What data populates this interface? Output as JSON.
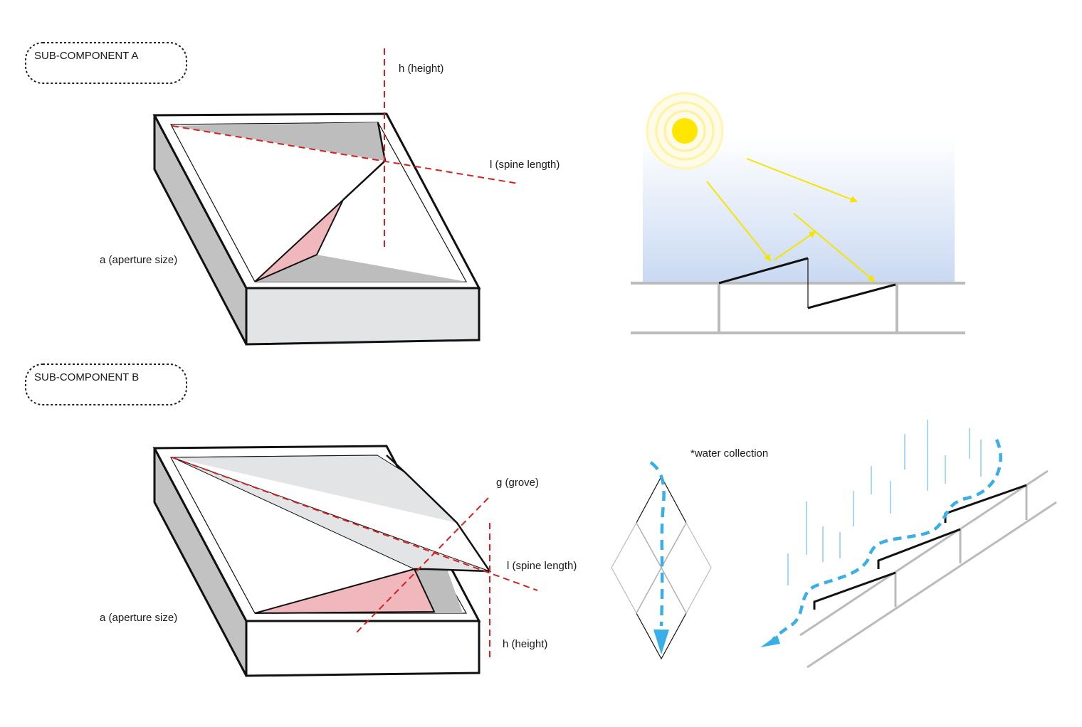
{
  "component_a": {
    "title": "SUB-COMPONENT A",
    "height_label": "h (height)",
    "spine_label": "l (spine length)",
    "aperture_label": "a (aperture size)"
  },
  "component_b": {
    "title": "SUB-COMPONENT B",
    "grove_label": "g (grove)",
    "spine_label": "l (spine length)",
    "aperture_label": "a (aperture size)",
    "height_label": "h (height)"
  },
  "water": {
    "title": "*water collection"
  },
  "colors": {
    "dimension_line": "#d62020",
    "aperture_fill": "#f0b8bc",
    "shade_gray": "#bdbdbd",
    "light_gray": "#e3e4e6",
    "sun": "#ffe600",
    "sun_ray": "#f5e400",
    "water_arrow": "#3aaee8",
    "rain": "#7cc4ea",
    "structure": "#bbbbbb",
    "sky_top": "#ffffff",
    "sky_bottom": "#c9d9f2"
  },
  "icons": [
    "sun-icon",
    "water-flow-arrow-icon",
    "rain-icon"
  ]
}
